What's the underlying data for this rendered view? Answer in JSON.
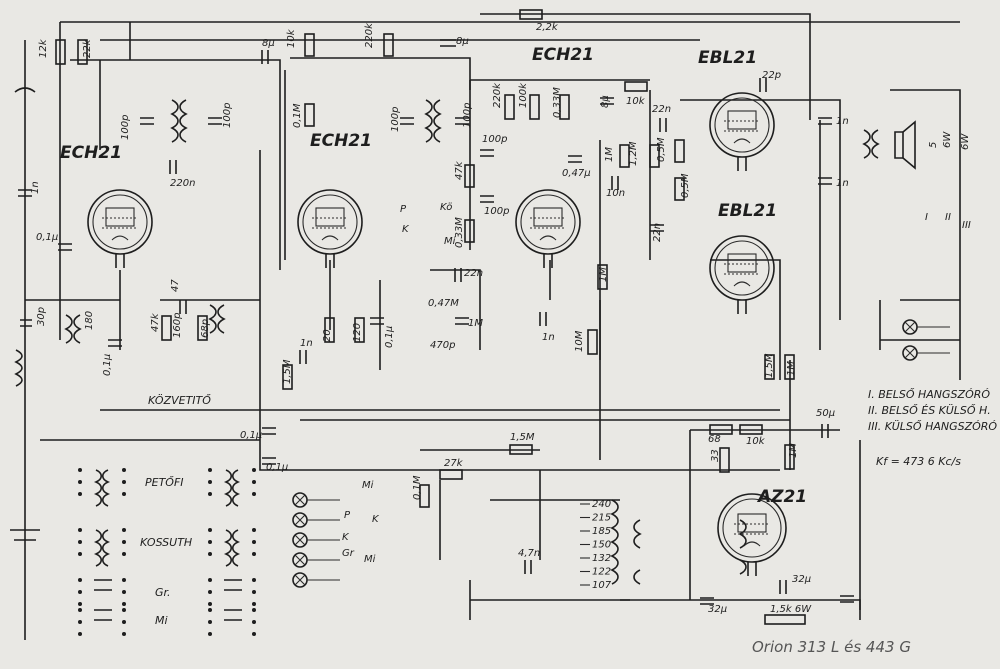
{
  "title": "Orion 313 L és 443 G",
  "tubes": [
    "ECH21",
    "ECH21",
    "ECH21",
    "EBL21",
    "EBL21",
    "AZ21"
  ],
  "sections": {
    "kozvetito": "KÖZVETITŐ",
    "petofi": "PETŐFI",
    "kossuth": "KOSSUTH",
    "gr": "Gr.",
    "mi": "Mi"
  },
  "legend": {
    "l1": "I. BELSŐ HANGSZÓRÓ",
    "l2": "II. BELSŐ ÉS KÜLSŐ H.",
    "l3": "III. KÜLSŐ HANGSZÓRÓ",
    "kf": "Kf = 473 6 Kc/s",
    "positions": [
      "I",
      "II",
      "III"
    ]
  },
  "switch_labels": [
    "P",
    "K",
    "Kö",
    "Mi",
    "P",
    "K",
    "Gr",
    "Mi",
    "K",
    "Mi"
  ],
  "voltage_taps": [
    "240",
    "215",
    "185",
    "150",
    "132",
    "122",
    "107"
  ],
  "component_labels": [
    "12k",
    "22k",
    "10k",
    "220k",
    "8µ",
    "8µ",
    "2,2k",
    "22p",
    "10k",
    "8µ",
    "100p",
    "100p",
    "100p",
    "100p",
    "220k",
    "100k",
    "0,33M",
    "0,1M",
    "1n",
    "1n",
    "1n",
    "220n",
    "100p",
    "47k",
    "100p",
    "1M",
    "1,2M",
    "0,5M",
    "0,47µ",
    "10n",
    "22n",
    "0,5M",
    "22n",
    "5",
    "6W",
    "6W",
    "0,1µ",
    "30p",
    "180",
    "0,1µ",
    "47",
    "47k",
    "160p",
    "68p",
    "20",
    "120",
    "0,1µ",
    "0,47M",
    "470p",
    "0,33M",
    "22n",
    "1M",
    "1n",
    "10M",
    "1M",
    "1,5M",
    "1n",
    "1,5M",
    "1M",
    "50µ",
    "68",
    "33",
    "10k",
    "1M",
    "0,1µ",
    "0,1µ",
    "1,5M",
    "27k",
    "0,1M",
    "4,7n",
    "32µ",
    "32µ",
    "1,5k 6W"
  ]
}
